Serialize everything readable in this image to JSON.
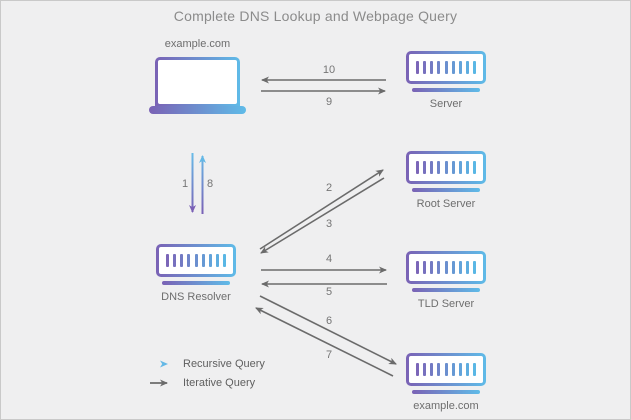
{
  "title": "Complete DNS Lookup and Webpage Query",
  "nodes": {
    "client": {
      "label": "example.com"
    },
    "web_server": {
      "label": "Server"
    },
    "dns_resolver": {
      "label": "DNS Resolver"
    },
    "root_server": {
      "label": "Root Server"
    },
    "tld_server": {
      "label": "TLD Server"
    },
    "authoritative_server": {
      "label": "example.com"
    }
  },
  "steps": [
    "1",
    "2",
    "3",
    "4",
    "5",
    "6",
    "7",
    "8",
    "9",
    "10"
  ],
  "legend": {
    "recursive": "Recursive Query",
    "iterative": "Iterative Query"
  },
  "colors": {
    "purple": "#7a62b5",
    "blue": "#5fbbe8",
    "arrow_gray": "#6b6b6b",
    "background": "#efeff0"
  }
}
